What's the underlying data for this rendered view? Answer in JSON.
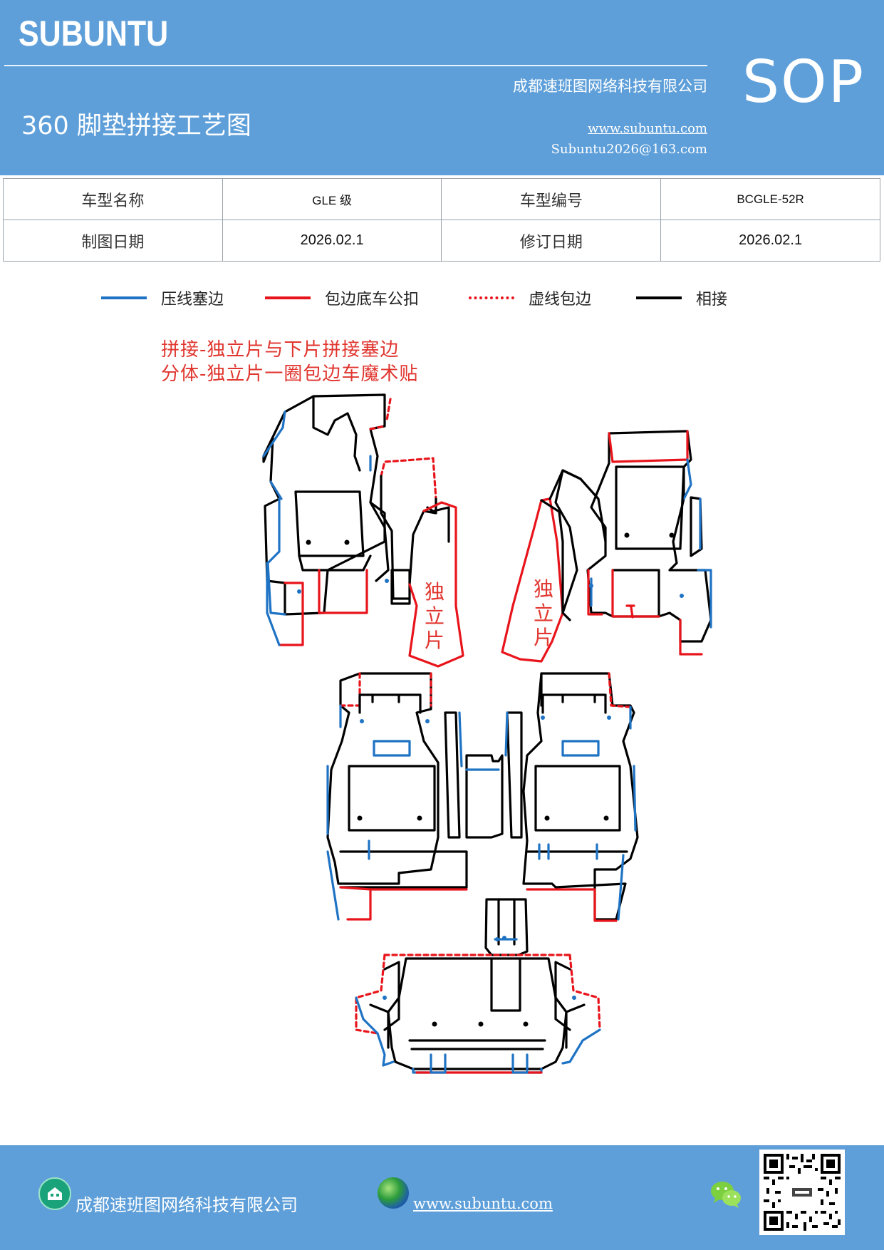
{
  "header": {
    "brand": "SUBUNTU",
    "company": "成都速班图网络科技有限公司",
    "title": "360 脚垫拼接工艺图",
    "website": "www.subuntu.com",
    "email": "Subuntu2026@163.com",
    "badge": "SOP"
  },
  "info_table": {
    "model_name_label": "车型名称",
    "model_name_value": "GLE 级",
    "model_code_label": "车型编号",
    "model_code_value": "BCGLE-52R",
    "draw_date_label": "制图日期",
    "draw_date_value": "2026.02.1",
    "revise_date_label": "修订日期",
    "revise_date_value": "2026.02.1"
  },
  "legend": [
    {
      "label": "压线塞边",
      "color": "#1f73c4",
      "style": "solid"
    },
    {
      "label": "包边底车公扣",
      "color": "#e8141b",
      "style": "solid"
    },
    {
      "label": "虚线包边",
      "color": "#e8141b",
      "style": "dotted"
    },
    {
      "label": "相接",
      "color": "#000000",
      "style": "solid"
    }
  ],
  "notes": {
    "line1": "拼接-独立片与下片拼接塞边",
    "line2": "分体-独立片一圈包边车魔术贴"
  },
  "diagram": {
    "independent_piece_label": [
      "独",
      "立",
      "片"
    ]
  },
  "footer": {
    "company": "成都速班图网络科技有限公司",
    "website": "www.subuntu.com",
    "home_icon": "home-icon",
    "globe_icon": "globe-icon",
    "wechat_icon": "wechat-icon"
  },
  "colors": {
    "header_bg": "#5e9fd9",
    "press_line": "#1f73c4",
    "wrap_edge": "#e8141b",
    "join": "#000000"
  }
}
